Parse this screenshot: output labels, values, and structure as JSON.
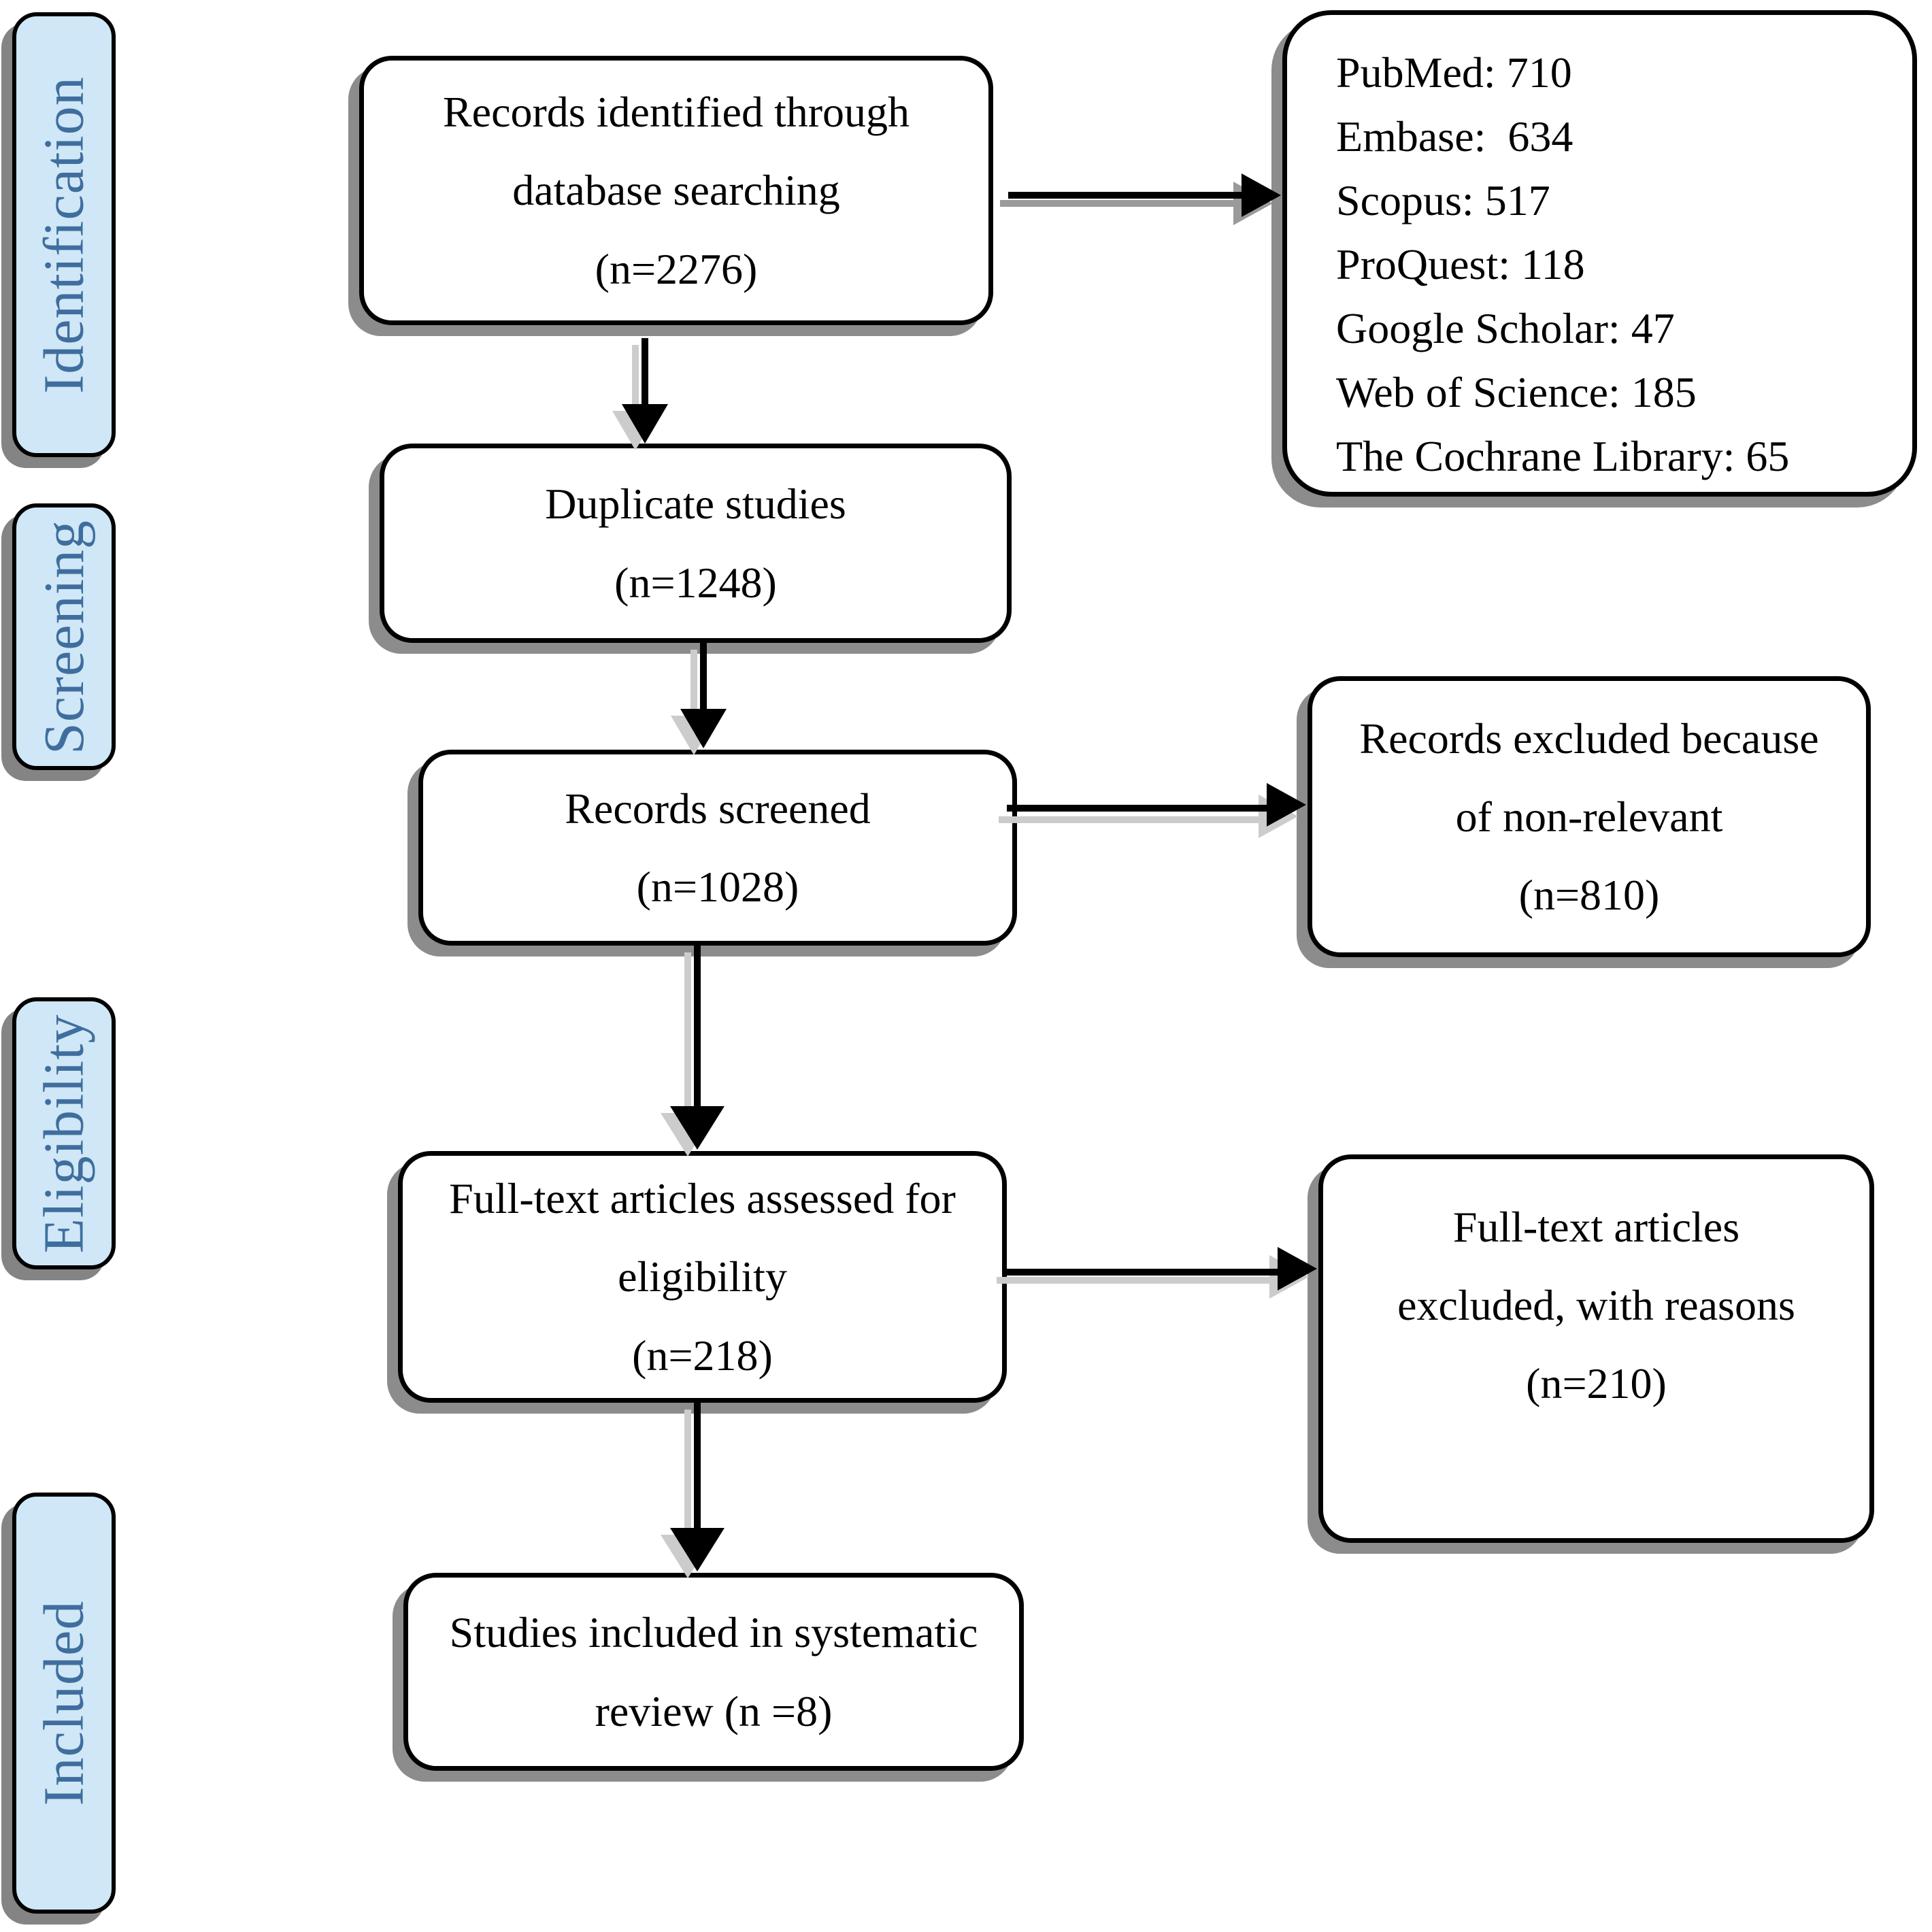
{
  "diagram_type": "prisma-flow-diagram",
  "stages": [
    {
      "label": "Identification"
    },
    {
      "label": "Screening"
    },
    {
      "label": "Eligibility"
    },
    {
      "label": "Included"
    }
  ],
  "flow_boxes": [
    {
      "id": "records-identified",
      "text": "Records identified through\ndatabase searching\n(n=2276)",
      "n": 2276
    },
    {
      "id": "duplicate-studies",
      "text": "Duplicate studies\n(n=1248)",
      "n": 1248
    },
    {
      "id": "records-screened",
      "text": "Records screened\n(n=1028)",
      "n": 1028
    },
    {
      "id": "fulltext-assessed",
      "text": "Full-text articles assessed for\neligibility\n(n=218)",
      "n": 218
    },
    {
      "id": "studies-included",
      "text": "Studies included in systematic\nreview (n =8)",
      "n": 8
    }
  ],
  "side_boxes": [
    {
      "id": "database-sources",
      "lines": [
        "PubMed: 710",
        "Embase:  634",
        "Scopus: 517",
        "ProQuest: 118",
        "Google Scholar: 47",
        "Web of Science: 185",
        "The Cochrane Library: 65"
      ]
    },
    {
      "id": "records-excluded",
      "text": "Records excluded because\nof non-relevant\n(n=810)",
      "n": 810
    },
    {
      "id": "fulltext-excluded",
      "text": "Full-text articles\nexcluded, with reasons\n(n=210)",
      "n": 210
    }
  ],
  "colors": {
    "stage_fill": "#cfe7f6",
    "stage_text": "#3f6e9e",
    "box_border": "#000000",
    "box_shadow": "#8c8c8c",
    "arrow": "#000000",
    "arrow_shadow": "#cccccc",
    "background": "#ffffff"
  }
}
